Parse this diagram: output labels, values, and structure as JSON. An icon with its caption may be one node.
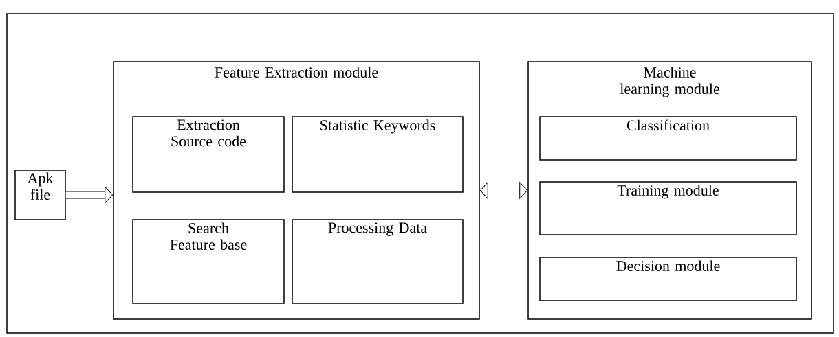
{
  "diagram": {
    "nodes": [
      {
        "text": [
          "Apk file"
        ]
      },
      {
        "text": [
          "Feature Extraction module"
        ]
      },
      {
        "text": [
          "Extraction Source code"
        ],
        "in": 1
      },
      {
        "text": [
          "Statistic Keywords"
        ],
        "in": 1
      },
      {
        "text": [
          "Search Feature base"
        ],
        "in": 1
      },
      {
        "text": [
          "Processing Data"
        ],
        "in": 1
      },
      {
        "text": [
          "Machine learning module"
        ]
      },
      {
        "text": [
          "Classification"
        ],
        "in": 6
      },
      {
        "text": [
          "Training module"
        ],
        "in": 6
      },
      {
        "text": [
          "Decision module"
        ],
        "in": 6
      }
    ],
    "edges": [
      {
        "from": 0,
        "to": 1,
        "arrow": "to"
      },
      {
        "from": 1,
        "to": 6,
        "arrow": "both"
      }
    ]
  }
}
